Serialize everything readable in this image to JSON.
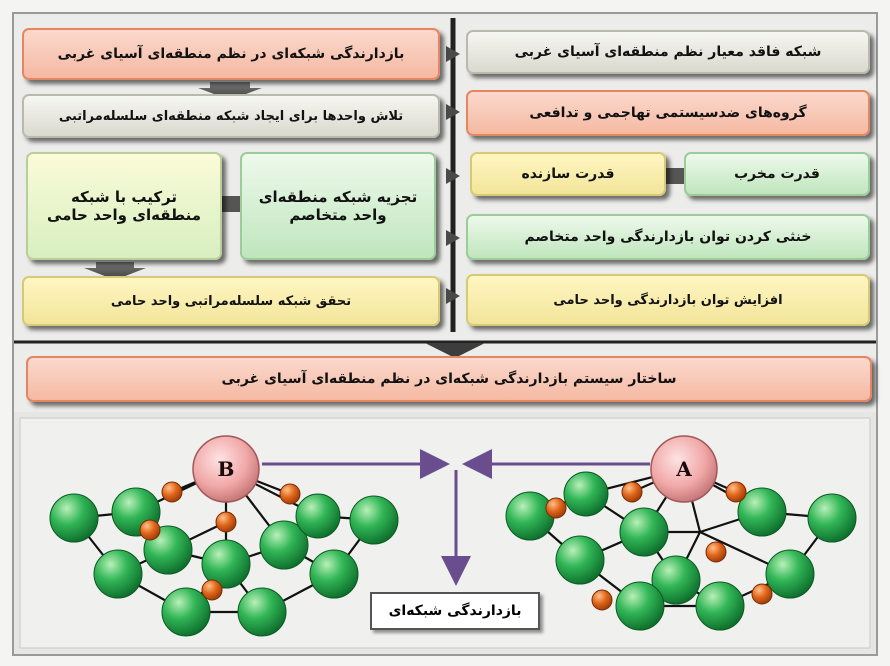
{
  "right_column": {
    "box1": "شبکه فاقد معیار نظم منطقه‌ای آسیای غربی",
    "box2": "گروه‌های ضدسیستمی تهاجمی و تدافعی",
    "box3a": "قدرت مخرب",
    "box3b": "قدرت سازنده",
    "box4": "خنثی کردن توان بازدارندگی واحد متخاصم",
    "box5": "افزایش توان بازدارندگی واحد حامی"
  },
  "left_column": {
    "box1": "بازدارندگی شبکه‌ای در نظم منطقه‌ای آسیای غربی",
    "box2": "تلاش واحدها برای ایجاد شبکه منطقه‌ای سلسله‌مراتبی",
    "box3a": "تجزیه شبکه منطقه‌ای واحد متخاصم",
    "box3b": "ترکیب با شبکه منطقه‌ای واحد حامی",
    "box4": "تحقق شبکه سلسله‌مراتبی واحد حامی"
  },
  "bottom_banner": "ساختار سیستم بازدارندگی شبکه‌ای در نظم منطقه‌ای آسیای غربی",
  "network": {
    "node_a": "A",
    "node_b": "B",
    "center_label": "بازدارندگی شبکه‌ای"
  },
  "colors": {
    "green_node": "#1fa24a",
    "orange_node": "#e06a1a",
    "hub_node": "#f2a9a9",
    "arrow": "#6a4d8f"
  }
}
